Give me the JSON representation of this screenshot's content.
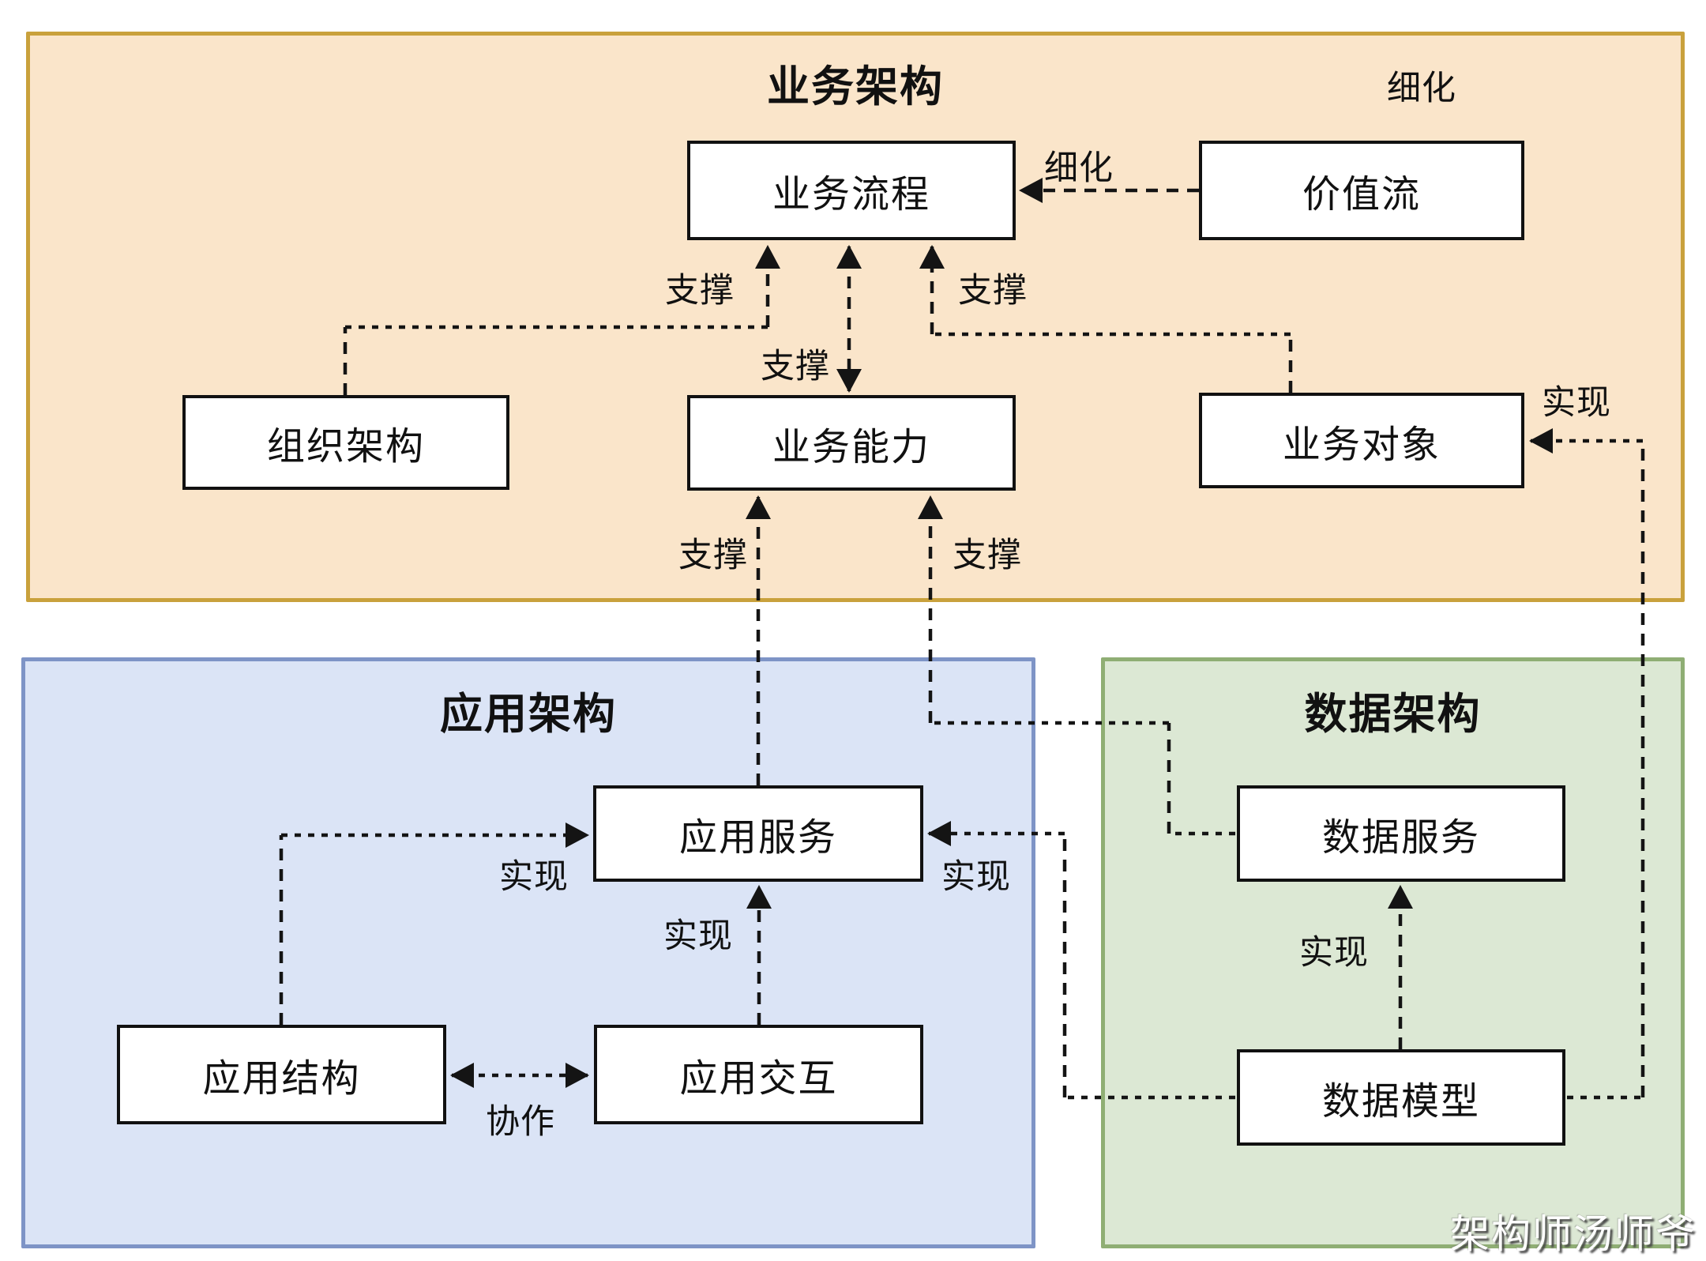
{
  "sections": {
    "business": {
      "title": "业务架构",
      "fill": "#FAE5CA",
      "border": "#C9A13C"
    },
    "application": {
      "title": "应用架构",
      "fill": "#DBE4F6",
      "border": "#7E94C6"
    },
    "data": {
      "title": "数据架构",
      "fill": "#DCE8D4",
      "border": "#8FAE74"
    }
  },
  "nodes": {
    "business_process": {
      "label": "业务流程"
    },
    "value_stream": {
      "label": "价值流"
    },
    "org_structure": {
      "label": "组织架构"
    },
    "business_capability": {
      "label": "业务能力"
    },
    "business_object": {
      "label": "业务对象"
    },
    "app_service": {
      "label": "应用服务"
    },
    "app_structure": {
      "label": "应用结构"
    },
    "app_interaction": {
      "label": "应用交互"
    },
    "data_service": {
      "label": "数据服务"
    },
    "data_model": {
      "label": "数据模型"
    }
  },
  "edge_labels": {
    "refine_top": "细化",
    "refine_arrow": "细化",
    "support_org": "支撑",
    "support_obj": "支撑",
    "support_process_capability": "支撑",
    "support_app_service": "支撑",
    "support_data_service": "支撑",
    "realize_business_object": "实现",
    "realize_app_structure": "实现",
    "realize_app_interaction": "实现",
    "realize_data_model_app": "实现",
    "realize_data_model_data": "实现",
    "collaborate": "协作"
  },
  "watermark": {
    "text": "架构师汤师爷"
  },
  "line_color": "#141414"
}
